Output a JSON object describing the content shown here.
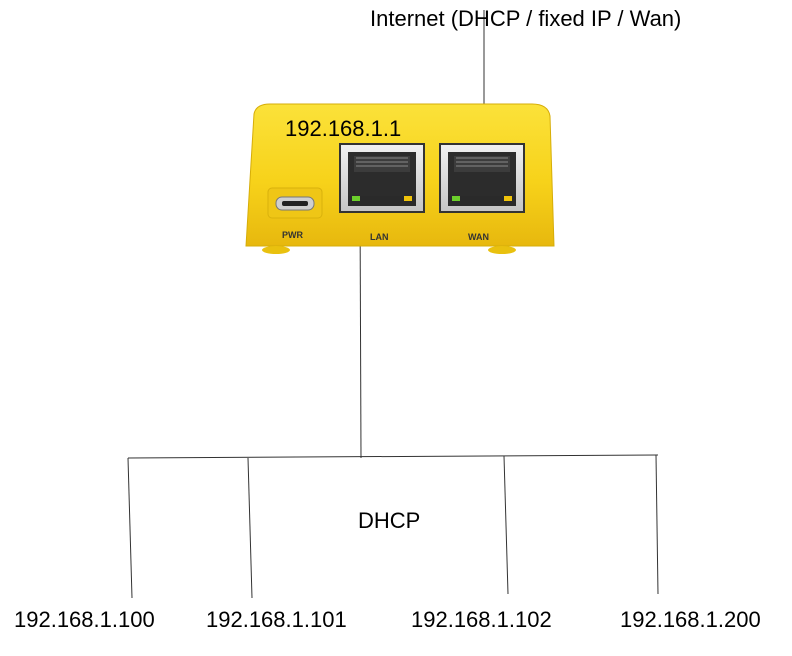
{
  "internet_label": "Internet (DHCP / fixed IP / Wan)",
  "gateway_ip": "192.168.1.1",
  "router": {
    "color": "#f7d21a",
    "ports": {
      "pwr": "PWR",
      "lan": "LAN",
      "wan": "WAN"
    }
  },
  "network_label": "DHCP",
  "clients": [
    {
      "ip": "192.168.1.100"
    },
    {
      "ip": "192.168.1.101"
    },
    {
      "ip": "192.168.1.102"
    },
    {
      "ip": "192.168.1.200"
    }
  ]
}
